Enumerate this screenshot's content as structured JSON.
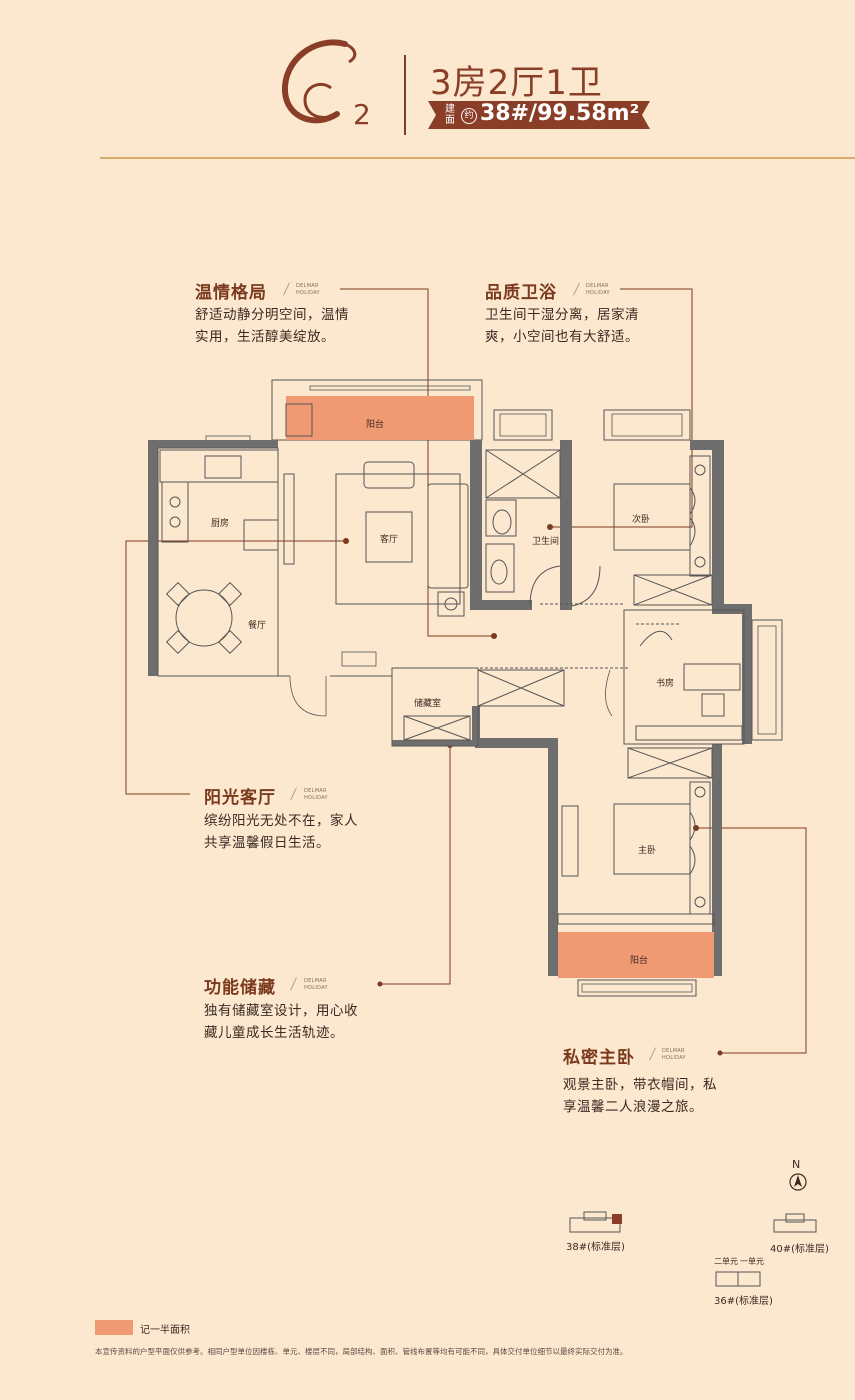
{
  "header": {
    "logo_letter": "C",
    "logo_number": "2",
    "title": "3房2厅1卫",
    "area_prefix": "建面",
    "area_yue": "约",
    "area_value": "38#/99.58m²"
  },
  "callouts": [
    {
      "title": "温情格局",
      "tag1": "DELMAR",
      "tag2": "HOLIDAY",
      "text1": "舒适动静分明空间，温情",
      "text2": "实用，生活醇美绽放。"
    },
    {
      "title": "品质卫浴",
      "tag1": "DELMAR",
      "tag2": "HOLIDAY",
      "text1": "卫生间干湿分离，居家清",
      "text2": "爽，小空间也有大舒适。"
    },
    {
      "title": "阳光客厅",
      "tag1": "DELMAR",
      "tag2": "HOLIDAY",
      "text1": "缤纷阳光无处不在，家人",
      "text2": "共享温馨假日生活。"
    },
    {
      "title": "功能储藏",
      "tag1": "DELMAR",
      "tag2": "HOLIDAY",
      "text1": "独有储藏室设计，用心收",
      "text2": "藏儿童成长生活轨迹。"
    },
    {
      "title": "私密主卧",
      "tag1": "DELMAR",
      "tag2": "HOLIDAY",
      "text1": "观景主卧，带衣帽间，私",
      "text2": "享温馨二人浪漫之旅。"
    }
  ],
  "rooms": {
    "balcony_top": "阳台",
    "kitchen": "厨房",
    "living": "客厅",
    "dining": "餐厅",
    "bathroom": "卫生间",
    "second_bedroom": "次卧",
    "study": "书房",
    "storage": "储藏室",
    "master_bedroom": "主卧",
    "balcony_bottom": "阳台"
  },
  "compass": {
    "label": "N"
  },
  "keyplans": {
    "b38": "38#(标准层)",
    "b40": "40#(标准层)",
    "b36": "36#(标准层)",
    "unit2": "二单元",
    "unit1": "一单元"
  },
  "legend": {
    "label": "记一半面积",
    "color": "#f09a73"
  },
  "disclaimer": "本宣传资料的户型平面仅供参考。相同户型单位因楼栋、单元、楼层不同，局部结构、面积、管线布置等均有可能不同，具体交付单位细节以最终实际交付为准。",
  "colors": {
    "wall": "#6f6e6e",
    "balcony": "#f09a73",
    "accent": "#7b3a1e",
    "background": "#fce8cf"
  }
}
